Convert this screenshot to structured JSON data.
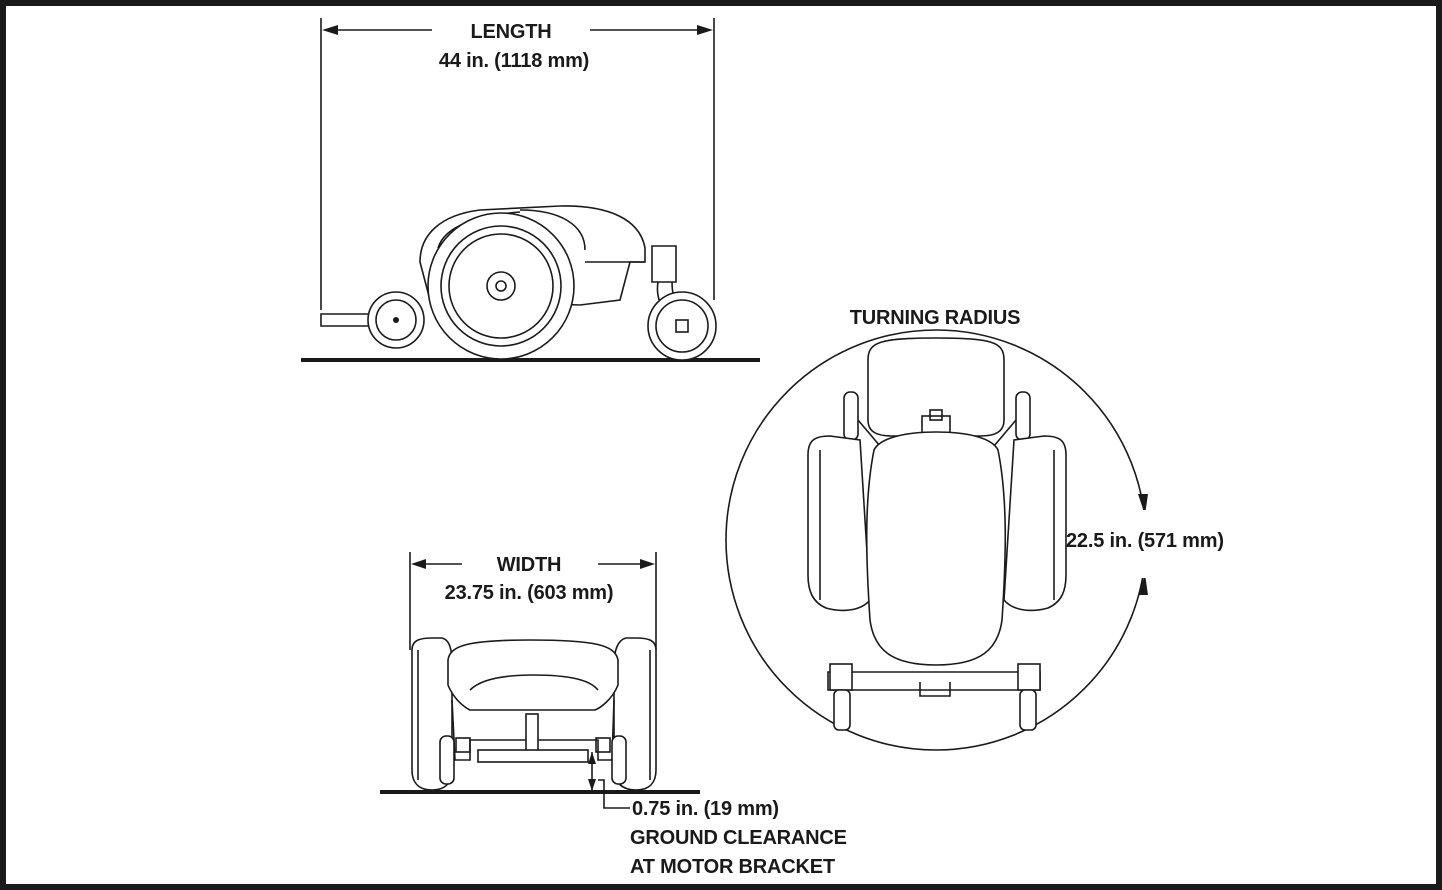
{
  "length": {
    "label": "LENGTH",
    "value": "44 in. (1118 mm)"
  },
  "width": {
    "label": "WIDTH",
    "value": "23.75 in. (603 mm)"
  },
  "turning_radius": {
    "label": "TURNING RADIUS",
    "value": "22.5 in. (571 mm)"
  },
  "ground_clearance": {
    "value": "0.75 in. (19 mm)",
    "line1": "GROUND CLEARANCE",
    "line2": "AT MOTOR BRACKET"
  },
  "colors": {
    "ink": "#1a1a1a",
    "background": "#ffffff"
  }
}
